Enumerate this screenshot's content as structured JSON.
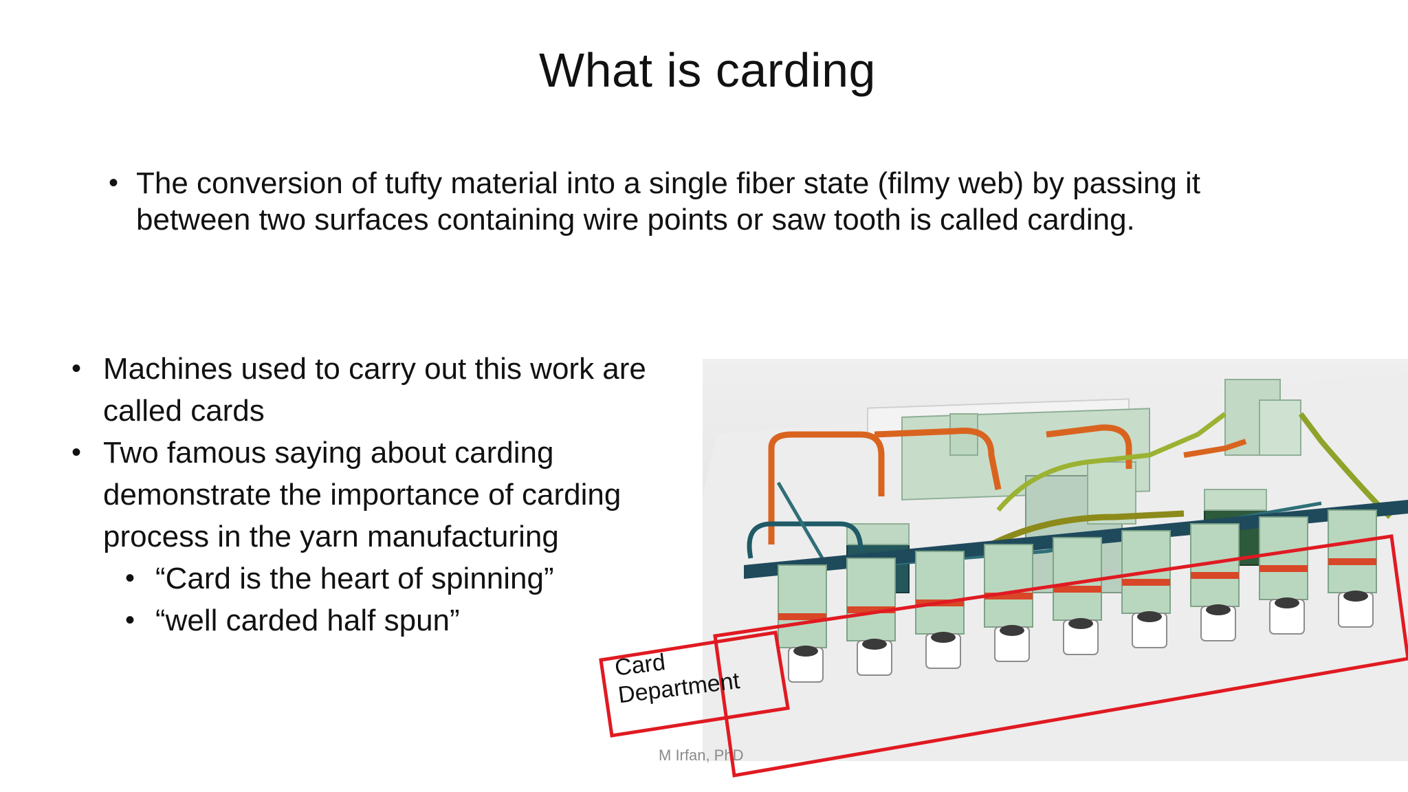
{
  "slide": {
    "title": "What is carding",
    "definition": "The conversion of tufty material into a single fiber state (filmy web) by passing it between two surfaces containing wire points or saw tooth is called carding.",
    "bullets": [
      "Machines used to carry out this work are called cards",
      "Two famous saying about carding demonstrate the importance of carding process in the yarn manufacturing"
    ],
    "sub_bullets": [
      "“Card is the heart of spinning”",
      "“well carded half spun”"
    ],
    "callout_label_line1": "Card",
    "callout_label_line2": "Department",
    "footer": "M Irfan, PhD"
  },
  "colors": {
    "highlight_red": "#e01a22",
    "machine_green": "#b9d7bf",
    "duct_orange": "#d9641f",
    "duct_olive": "#8c8a1a",
    "duct_teal": "#1f5a66"
  },
  "icons": {
    "bullet": "bullet-dot"
  }
}
